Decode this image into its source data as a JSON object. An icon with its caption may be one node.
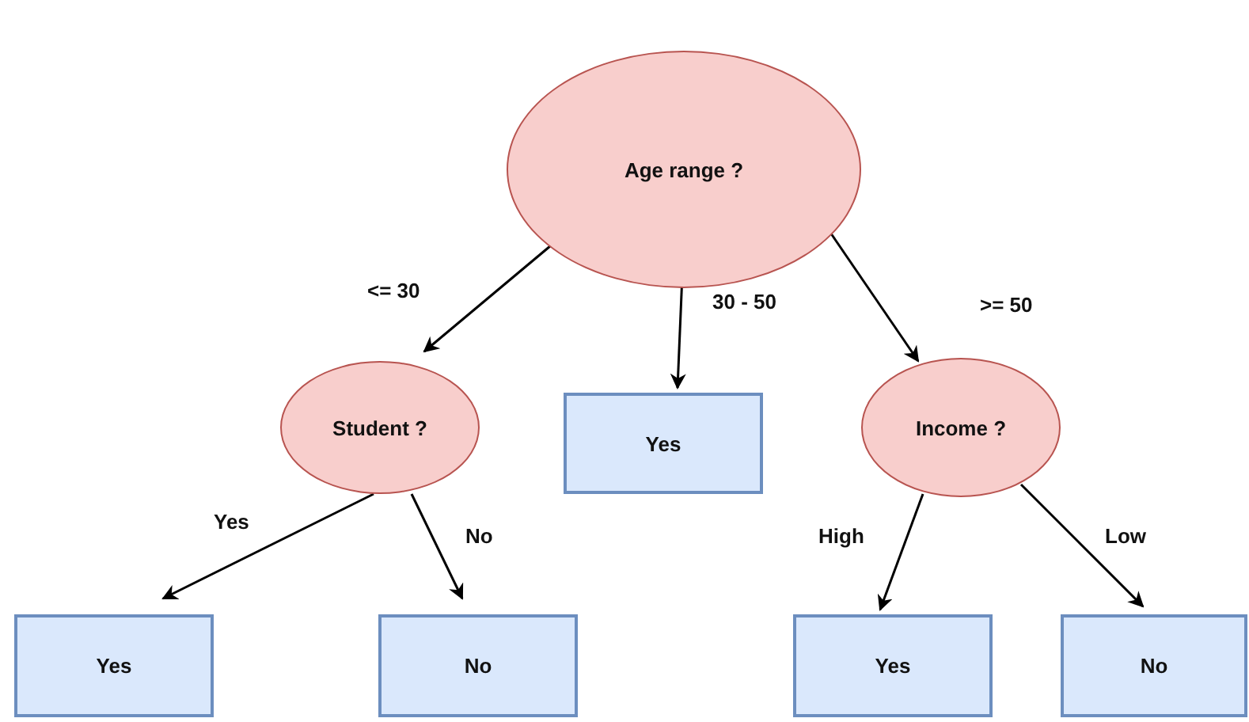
{
  "diagram": {
    "nodes": [
      {
        "text": [
          "Age range ?"
        ]
      },
      {
        "text": [
          "Student ?"
        ]
      },
      {
        "text": [
          "Yes"
        ]
      },
      {
        "text": [
          "Income ?"
        ]
      },
      {
        "text": [
          "Yes"
        ]
      },
      {
        "text": [
          "No"
        ]
      },
      {
        "text": [
          "Yes"
        ]
      },
      {
        "text": [
          "No"
        ]
      }
    ],
    "edges": [
      {
        "from": 0,
        "to": 1,
        "arrow": "to",
        "label": "<= 30"
      },
      {
        "from": 0,
        "to": 2,
        "arrow": "to",
        "label": "30 - 50"
      },
      {
        "from": 0,
        "to": 3,
        "arrow": "to",
        "label": ">= 50"
      },
      {
        "from": 1,
        "to": 4,
        "arrow": "to",
        "label": "Yes"
      },
      {
        "from": 1,
        "to": 5,
        "arrow": "to",
        "label": "No"
      },
      {
        "from": 3,
        "to": 6,
        "arrow": "to",
        "label": "High"
      },
      {
        "from": 3,
        "to": 7,
        "arrow": "to",
        "label": "Low"
      }
    ]
  }
}
